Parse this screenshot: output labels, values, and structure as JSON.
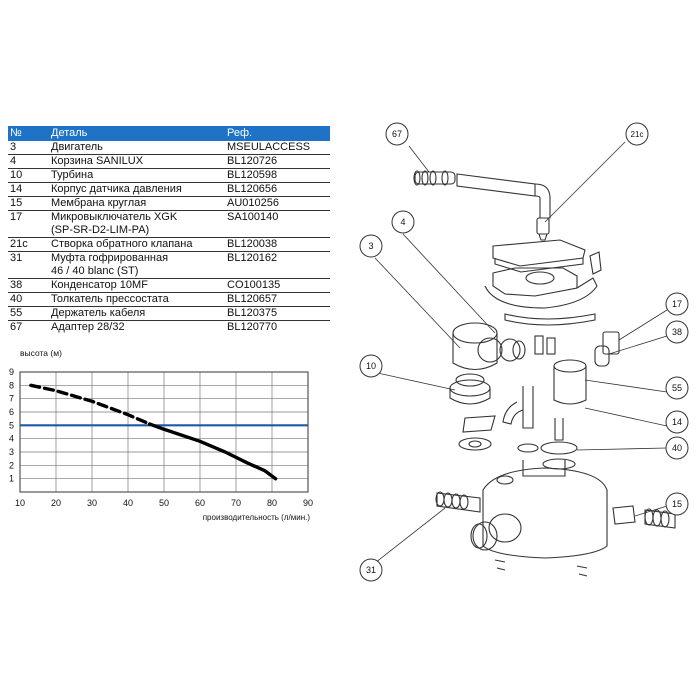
{
  "table": {
    "headers": {
      "no": "№",
      "part": "Деталь",
      "ref": "Реф."
    },
    "rows": [
      {
        "no": "3",
        "part": "Двигатель",
        "ref": "MSEULACCESS"
      },
      {
        "no": "4",
        "part": "Корзина SANILUX",
        "ref": "BL120726"
      },
      {
        "no": "10",
        "part": "Турбина",
        "ref": "BL120598"
      },
      {
        "no": "14",
        "part": "Корпус датчика давления",
        "ref": "BL120656"
      },
      {
        "no": "15",
        "part": "Мембрана круглая",
        "ref": "AU010256"
      },
      {
        "no": "17",
        "part": "Микровыключатель XGK\n(SP-SR-D2-LIM-PA)",
        "ref": "SA100140"
      },
      {
        "no": "21c",
        "part": "Створка обратного клапана",
        "ref": "BL120038"
      },
      {
        "no": "31",
        "part": "Муфта гофрированная\n46 / 40 blanc (ST)",
        "ref": "BL120162"
      },
      {
        "no": "38",
        "part": "Конденсатор 10MF",
        "ref": "CO100135"
      },
      {
        "no": "40",
        "part": "Толкатель прессостата",
        "ref": "BL120657"
      },
      {
        "no": "55",
        "part": "Держатель кабеля",
        "ref": "BL120375"
      },
      {
        "no": "67",
        "part": "Адаптер 28/32",
        "ref": "BL120770"
      }
    ]
  },
  "chart_data": {
    "type": "line",
    "ylabel": "высота (м)",
    "xlabel": "производительность (л/мин.)",
    "xlim": [
      10,
      90
    ],
    "ylim": [
      0,
      9
    ],
    "xticks": [
      10,
      20,
      30,
      40,
      50,
      60,
      70,
      80,
      90
    ],
    "yticks": [
      1,
      2,
      3,
      4,
      5,
      6,
      7,
      8,
      9
    ],
    "grid": true,
    "reference_line": {
      "y": 5,
      "color": "#1e5aa8"
    },
    "series": [
      {
        "style": "dashed",
        "x": [
          13,
          20,
          30,
          40,
          46
        ],
        "y": [
          8,
          7.6,
          6.8,
          5.8,
          5.1
        ]
      },
      {
        "style": "solid",
        "x": [
          46,
          50,
          60,
          67,
          73,
          78,
          81
        ],
        "y": [
          5.1,
          4.7,
          3.8,
          3.0,
          2.2,
          1.6,
          1.0
        ]
      }
    ]
  },
  "diagram": {
    "callouts": [
      "67",
      "21c",
      "4",
      "3",
      "10",
      "17",
      "38",
      "55",
      "14",
      "40",
      "15",
      "31"
    ]
  },
  "colors": {
    "header_bg": "#1e73c7",
    "reference_line": "#1e5aa8",
    "curve": "#000000"
  }
}
